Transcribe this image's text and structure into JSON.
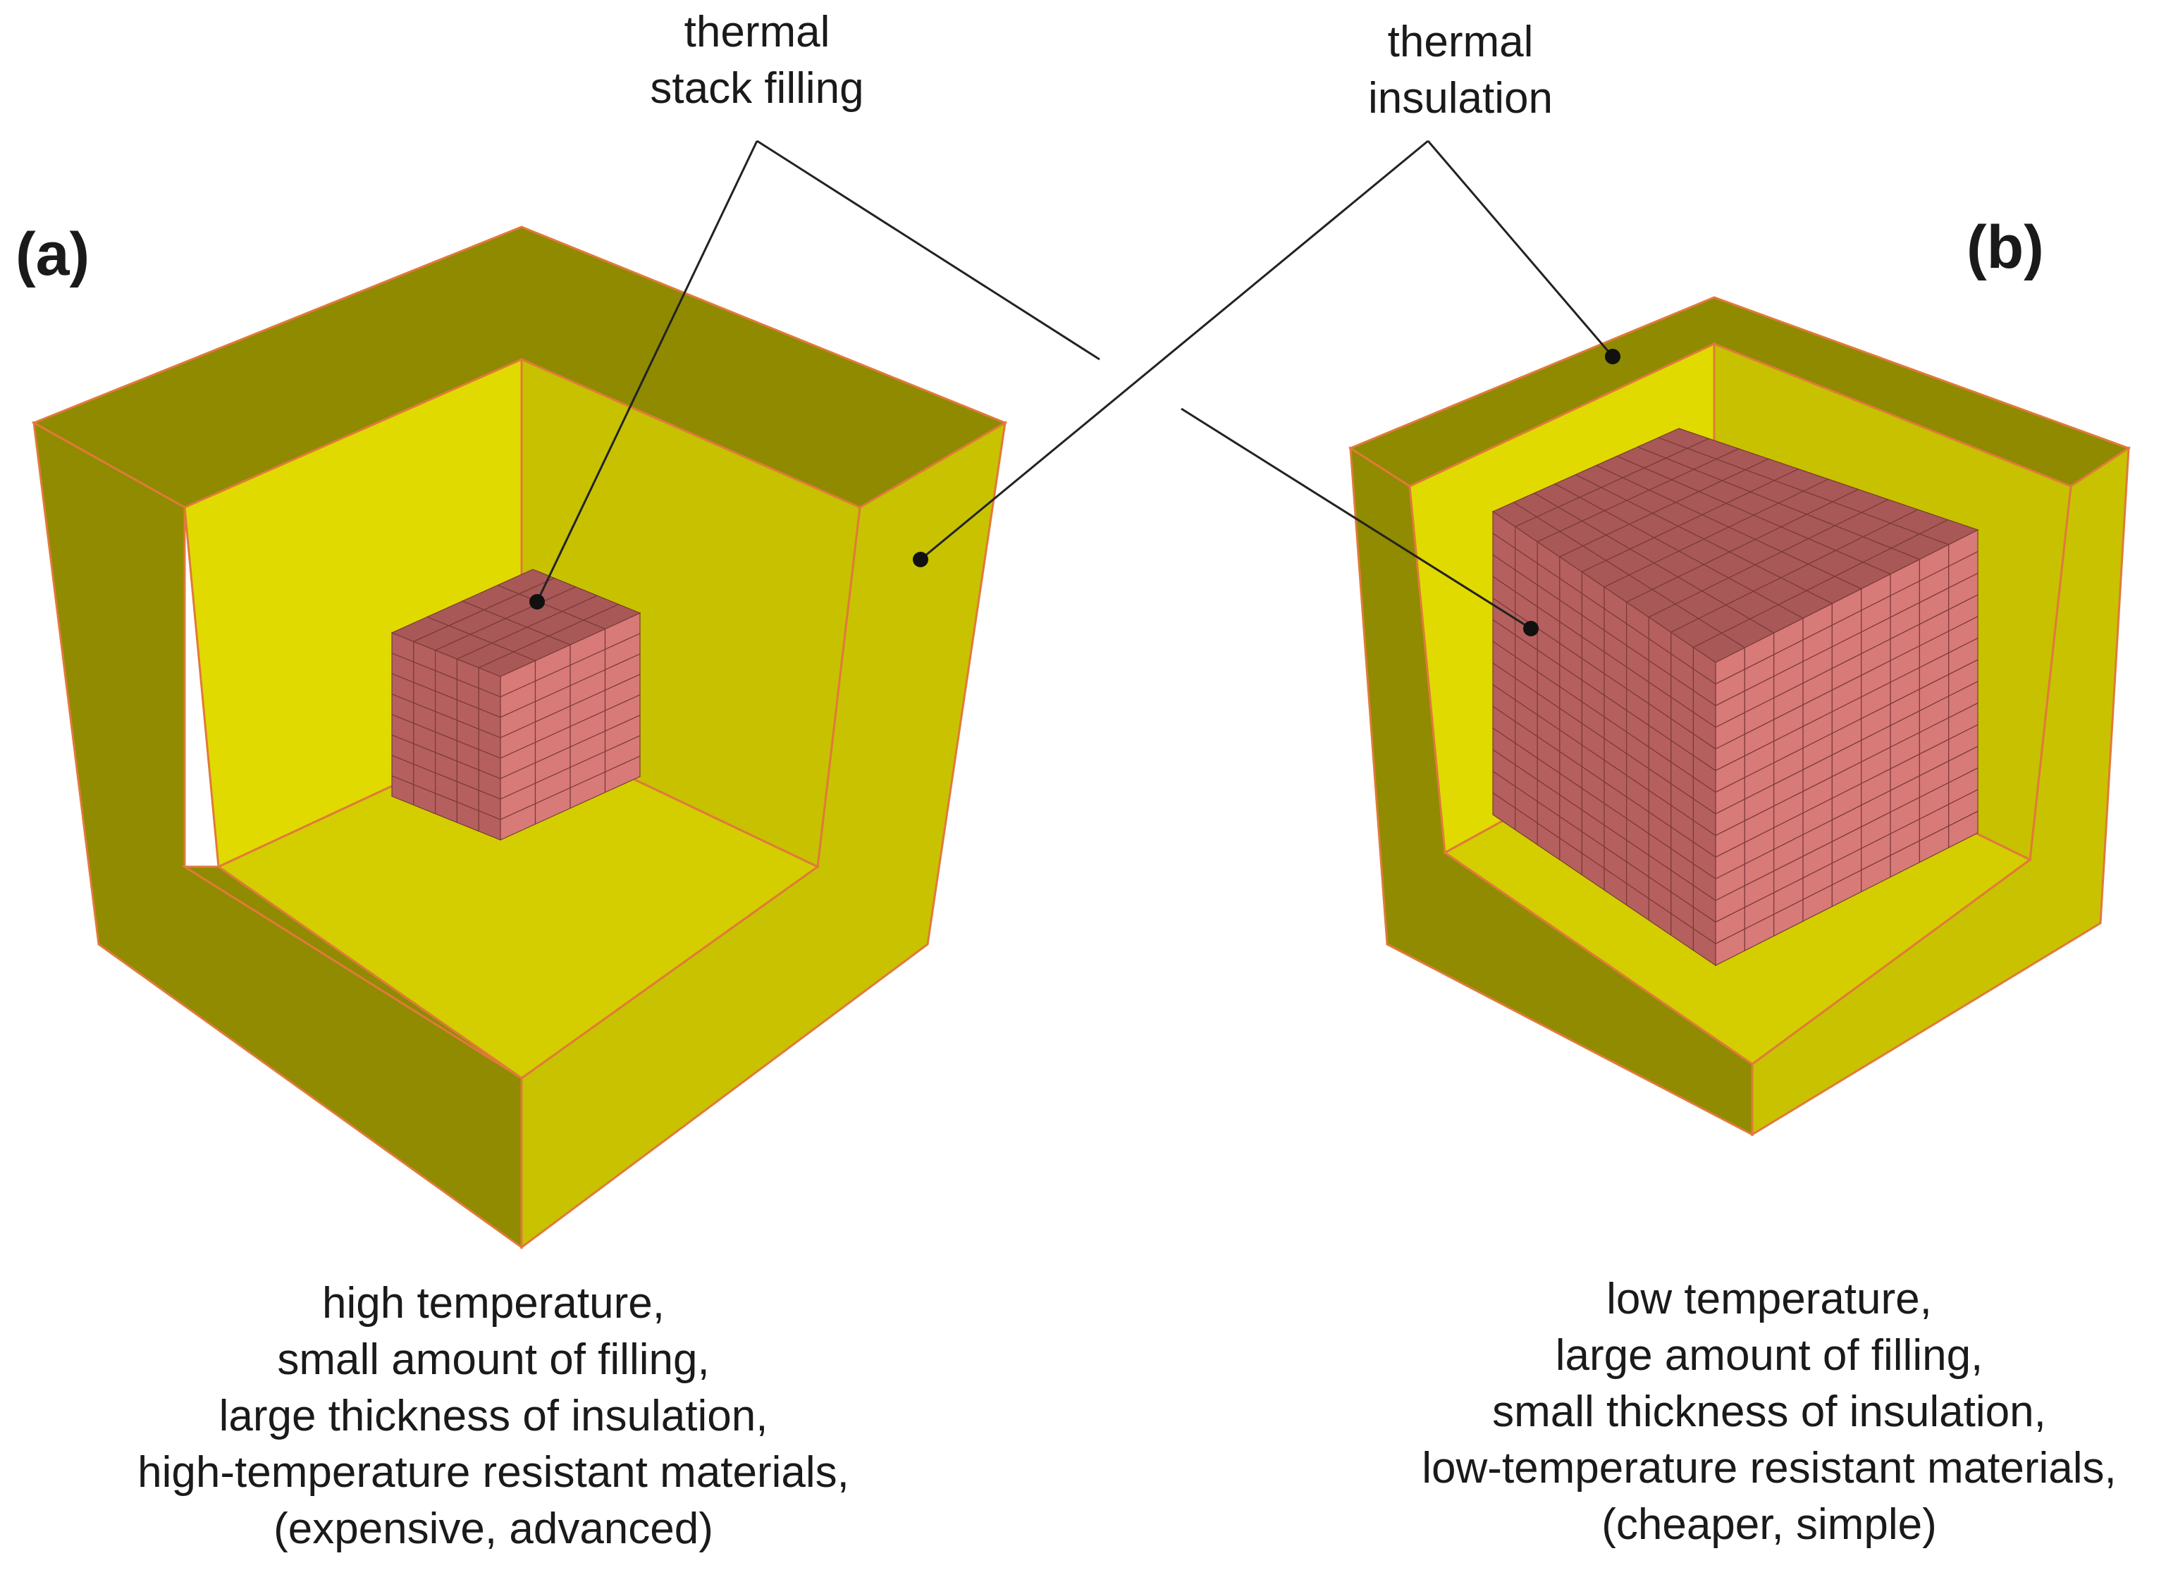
{
  "panels": {
    "a": {
      "label": "(a)"
    },
    "b": {
      "label": "(b)"
    }
  },
  "callouts": {
    "filling": [
      "thermal",
      "stack filling"
    ],
    "insulation": [
      "thermal",
      "insulation"
    ]
  },
  "captions": {
    "a": [
      "high temperature,",
      "small amount of filling,",
      "large thickness of insulation,",
      "high-temperature resistant materials,",
      "(expensive, advanced)"
    ],
    "b": [
      "low temperature,",
      "large amount of filling,",
      "small thickness of insulation,",
      "low-temperature resistant materials,",
      "(cheaper, simple)"
    ]
  },
  "colors": {
    "insulation_top": "#8f8a00",
    "insulation_left": "#908b00",
    "insulation_right": "#c9c200",
    "insulation_inner_back": "#e0da00",
    "insulation_inner_right": "#c7c100",
    "insulation_inner_floor": "#d4cd00",
    "edge": "#e07a3a",
    "brick_front": "#d87a78",
    "brick_side": "#b5605e",
    "brick_top": "#a85856",
    "leader": "#222222"
  }
}
